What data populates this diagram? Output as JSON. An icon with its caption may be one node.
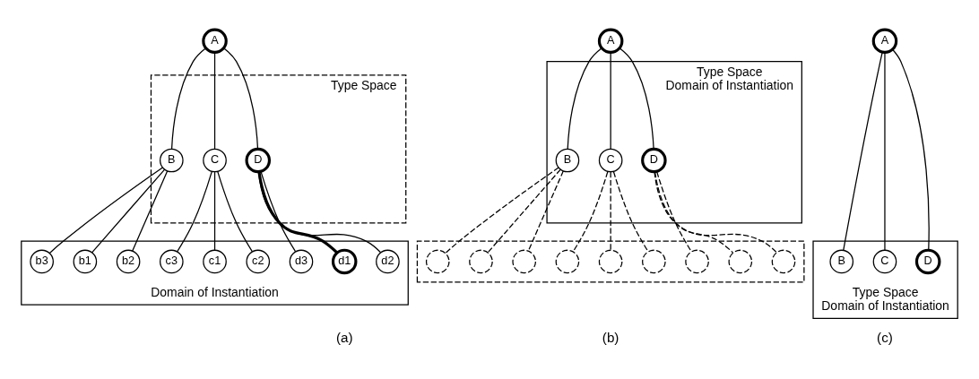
{
  "diagram": {
    "nodes": [
      {
        "text": [
          "A"
        ]
      },
      {
        "text": [
          "Type Space"
        ]
      },
      {
        "text": [
          "B"
        ],
        "in": 1
      },
      {
        "text": [
          "C"
        ],
        "in": 1
      },
      {
        "text": [
          "D"
        ],
        "in": 1
      },
      {
        "text": [
          "Domain of Instantiation"
        ]
      },
      {
        "text": [
          "b2"
        ],
        "in": 5
      },
      {
        "text": [
          "b1"
        ],
        "in": 5
      },
      {
        "text": [
          "b3"
        ],
        "in": 5
      },
      {
        "text": [
          "c2"
        ],
        "in": 5
      },
      {
        "text": [
          "c1"
        ],
        "in": 5
      },
      {
        "text": [
          "c3"
        ],
        "in": 5
      },
      {
        "text": [
          "d2"
        ],
        "in": 5
      },
      {
        "text": [
          "d1"
        ],
        "in": 5
      },
      {
        "text": [
          "d3"
        ],
        "in": 5
      },
      {
        "text": [
          "A"
        ]
      },
      {
        "text": [
          "Type Space",
          "Domain of Instantiation"
        ]
      },
      {
        "text": [
          "B"
        ],
        "in": 16
      },
      {
        "text": [
          "C"
        ],
        "in": 16
      },
      {
        "text": [
          "D"
        ],
        "in": 16
      },
      {
        "text": [],
        "shape": "parallelogram"
      },
      {
        "text": [],
        "shape": "circle",
        "in": 20
      },
      {
        "text": [],
        "shape": "circle",
        "in": 20
      },
      {
        "text": [],
        "shape": "circle",
        "in": 20
      },
      {
        "text": [],
        "shape": "circle",
        "in": 20
      },
      {
        "text": [],
        "shape": "circle",
        "in": 20
      },
      {
        "text": [],
        "shape": "circle",
        "in": 20
      },
      {
        "text": [],
        "shape": "circle",
        "in": 20
      },
      {
        "text": [],
        "shape": "circle",
        "in": 20
      },
      {
        "text": [],
        "shape": "circle",
        "in": 20
      },
      {
        "text": [
          "A"
        ]
      },
      {
        "text": [
          "Type Space",
          "Domain of Instantiation"
        ]
      },
      {
        "text": [
          "B"
        ],
        "in": 31
      },
      {
        "text": [
          "C"
        ],
        "in": 31
      },
      {
        "text": [
          "D"
        ],
        "in": 31
      }
    ],
    "edges": [
      {
        "from": 0,
        "to": 2,
        "arrow": "none"
      },
      {
        "from": 0,
        "to": 3,
        "arrow": "none"
      },
      {
        "from": 0,
        "to": 4,
        "arrow": "none"
      },
      {
        "from": 2,
        "to": 6,
        "arrow": "none"
      },
      {
        "from": 2,
        "to": 7,
        "arrow": "none"
      },
      {
        "from": 2,
        "to": 8,
        "arrow": "none"
      },
      {
        "from": 3,
        "to": 9,
        "arrow": "none"
      },
      {
        "from": 3,
        "to": 10,
        "arrow": "none"
      },
      {
        "from": 3,
        "to": 11,
        "arrow": "none"
      },
      {
        "from": 4,
        "to": 12,
        "arrow": "none"
      },
      {
        "from": 4,
        "to": 13,
        "arrow": "none",
        "style": "thick"
      },
      {
        "from": 4,
        "to": 14,
        "arrow": "none"
      },
      {
        "from": 15,
        "to": 17,
        "arrow": "none"
      },
      {
        "from": 15,
        "to": 18,
        "arrow": "none"
      },
      {
        "from": 15,
        "to": 19,
        "arrow": "none"
      },
      {
        "from": 17,
        "to": 21,
        "arrow": "none",
        "style": "dashed"
      },
      {
        "from": 17,
        "to": 22,
        "arrow": "none",
        "style": "dashed"
      },
      {
        "from": 17,
        "to": 23,
        "arrow": "none",
        "style": "dashed"
      },
      {
        "from": 18,
        "to": 24,
        "arrow": "none",
        "style": "dashed"
      },
      {
        "from": 18,
        "to": 25,
        "arrow": "none",
        "style": "dashed"
      },
      {
        "from": 18,
        "to": 26,
        "arrow": "none",
        "style": "dashed"
      },
      {
        "from": 19,
        "to": 27,
        "arrow": "none",
        "style": "dashed"
      },
      {
        "from": 19,
        "to": 28,
        "arrow": "none",
        "style": "dashed"
      },
      {
        "from": 19,
        "to": 29,
        "arrow": "none",
        "style": "dashed"
      },
      {
        "from": 30,
        "to": 32,
        "arrow": "none"
      },
      {
        "from": 30,
        "to": 33,
        "arrow": "none"
      },
      {
        "from": 30,
        "to": 34,
        "arrow": "none"
      }
    ],
    "labels": [
      "(a)",
      "(b)",
      "(c)"
    ]
  }
}
